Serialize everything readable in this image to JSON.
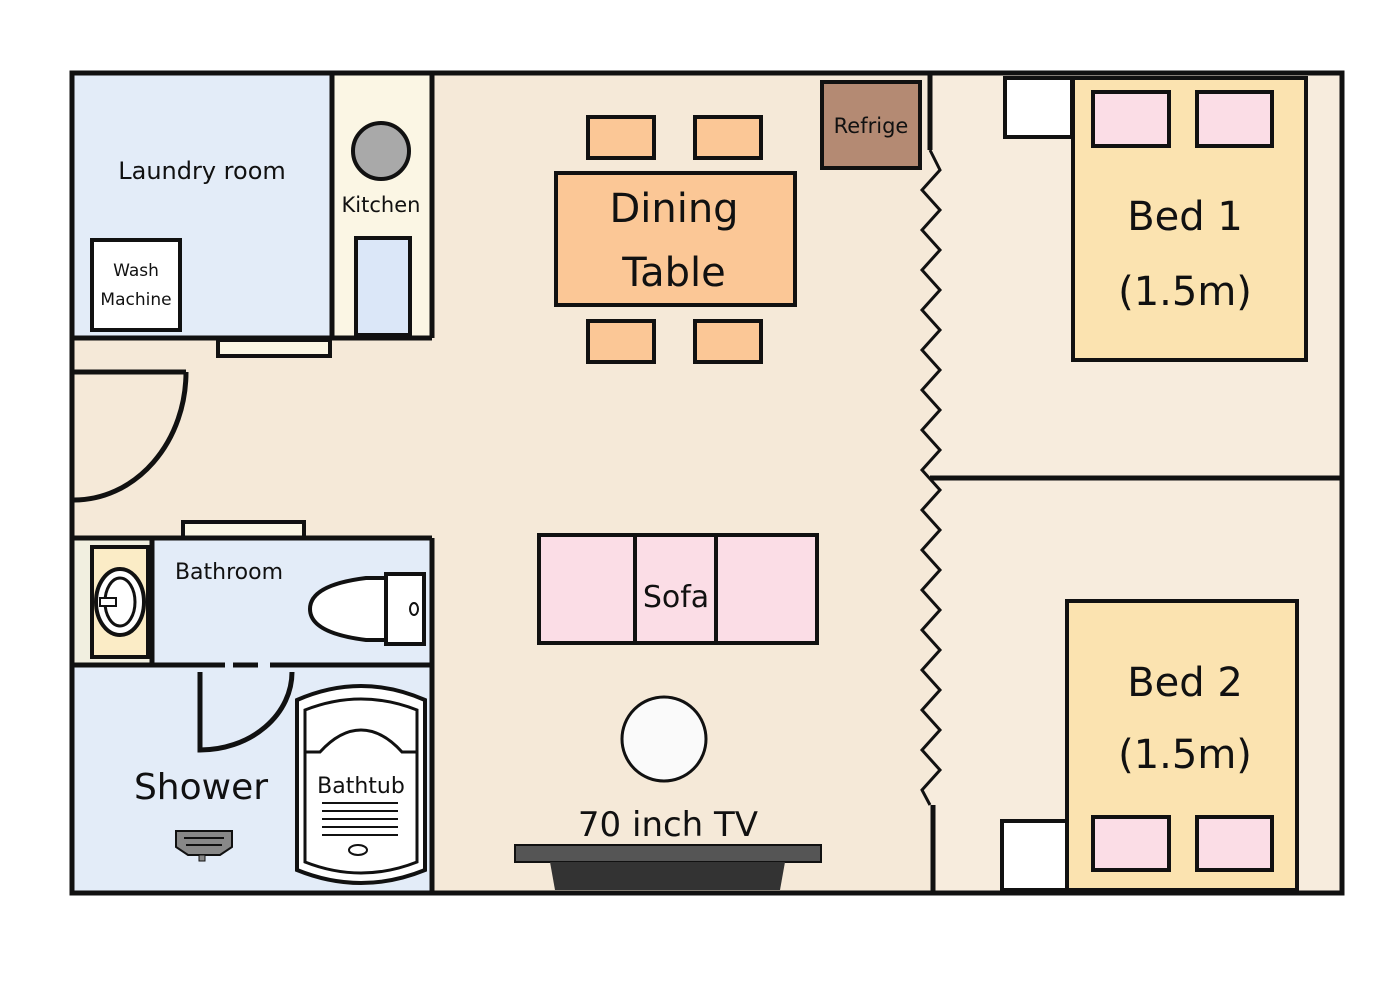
{
  "rooms": {
    "laundry": "Laundry room",
    "kitchen": "Kitchen",
    "bathroom": "Bathroom",
    "shower": "Shower"
  },
  "furniture": {
    "wash_machine_line1": "Wash",
    "wash_machine_line2": "Machine",
    "dining_line1": "Dining",
    "dining_line2": "Table",
    "refrigerator": "Refrige",
    "bed1_line1": "Bed  1",
    "bed1_line2": "(1.5m)",
    "bed2_line1": "Bed  2",
    "bed2_line2": "(1.5m)",
    "sofa": "Sofa",
    "bathtub": "Bathtub",
    "tv": "70 inch TV"
  },
  "colors": {
    "wet_area": "#e3ecf8",
    "floor": "#f5e9d8",
    "kitchen": "#fbf6e4",
    "table": "#fbc796",
    "refrigerator": "#b48a73",
    "bed": "#fbe3b0",
    "pillow": "#fbdde6"
  }
}
